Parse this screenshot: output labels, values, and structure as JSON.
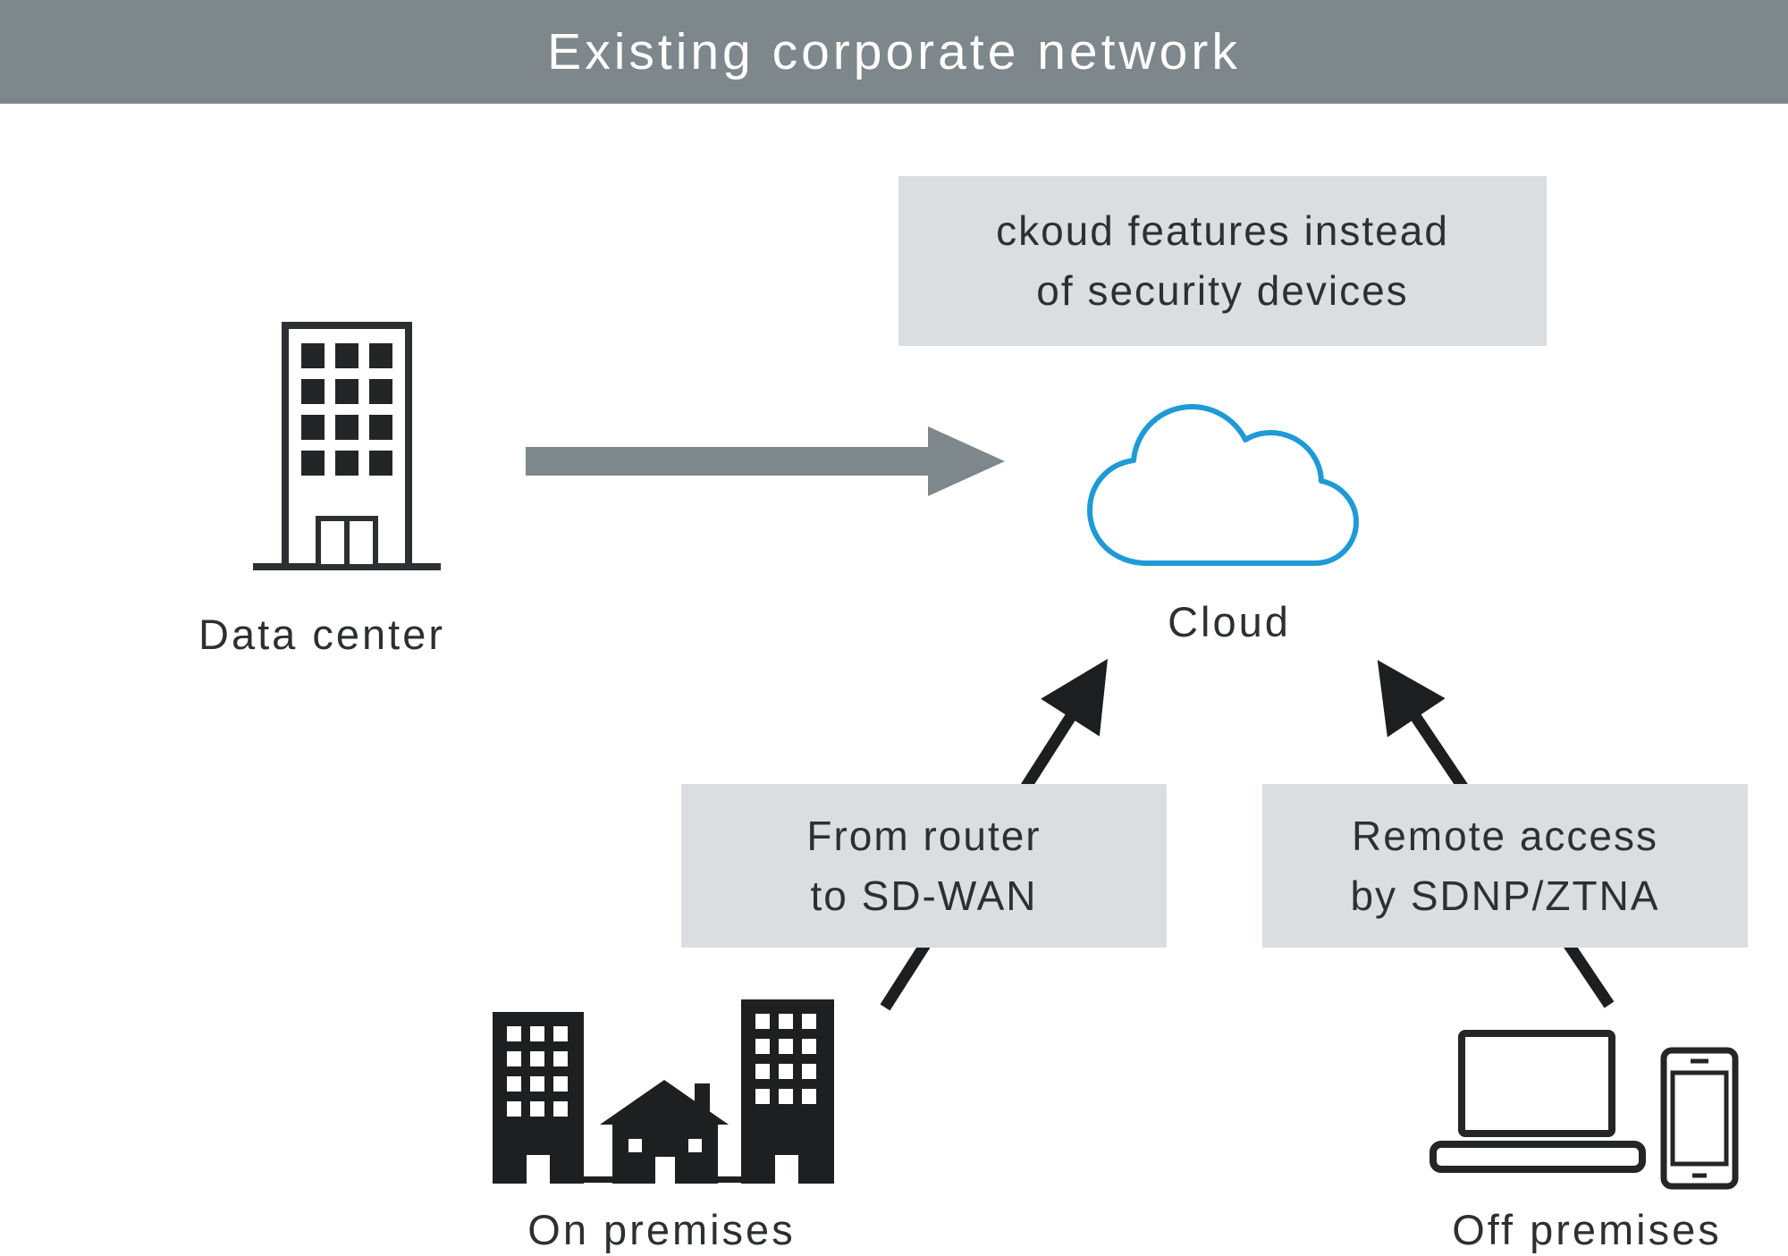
{
  "banner": {
    "title": "Existing corporate network"
  },
  "callouts": {
    "cloud_features": "ckoud features instead\nof security devices",
    "sd_wan": "From router\nto SD-WAN",
    "remote_access": "Remote access\nby SDNP/ZTNA"
  },
  "nodes": {
    "data_center": "Data center",
    "cloud": "Cloud",
    "on_premises": "On premises",
    "off_premises": "Off premises"
  },
  "icons": {
    "data_center": "building-outline-icon",
    "cloud": "cloud-outline-icon",
    "on_premises": "city-buildings-icon",
    "off_premises_laptop": "laptop-icon",
    "off_premises_phone": "smartphone-icon",
    "flow": "gray-right-arrow",
    "sd_wan_flow": "black-up-arrow",
    "remote_flow": "black-up-arrow"
  },
  "colors": {
    "banner_bg": "#7e878b",
    "banner_text": "#ffffff",
    "callout_bg": "#dbdee0",
    "text": "#2d3032",
    "cloud_stroke": "#1f9ad6",
    "gray_arrow": "#7e878b",
    "black_arrow": "#1c1e1f",
    "background": "#ffffff"
  }
}
